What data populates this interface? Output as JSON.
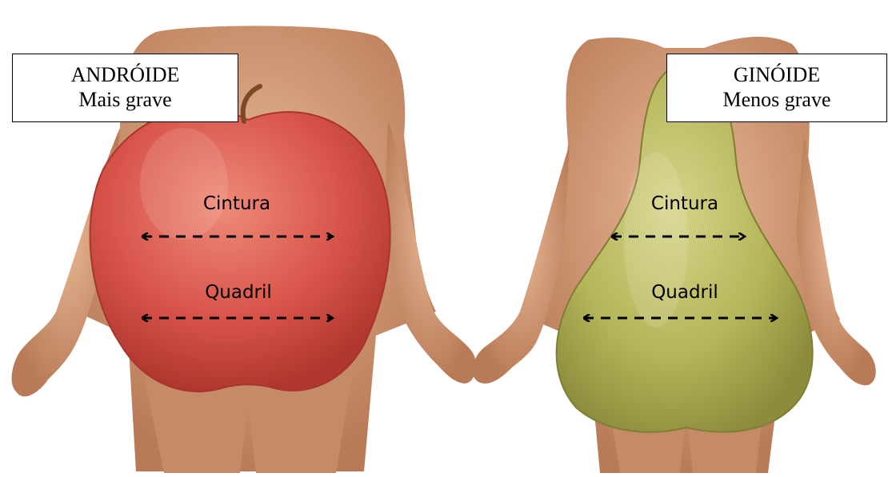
{
  "android": {
    "type_label": "ANDRÓIDE",
    "severity_label": "Mais grave",
    "waist_label": "Cintura",
    "hip_label": "Quadril",
    "fruit": "apple",
    "fruit_color": "#d8544a"
  },
  "gynoid": {
    "type_label": "GINÓIDE",
    "severity_label": "Menos grave",
    "waist_label": "Cintura",
    "hip_label": "Quadril",
    "fruit": "pear",
    "fruit_color": "#b5b55a"
  },
  "colors": {
    "skin": "#d9a380",
    "skin_dark": "#b97b57",
    "arrow": "#000000"
  }
}
